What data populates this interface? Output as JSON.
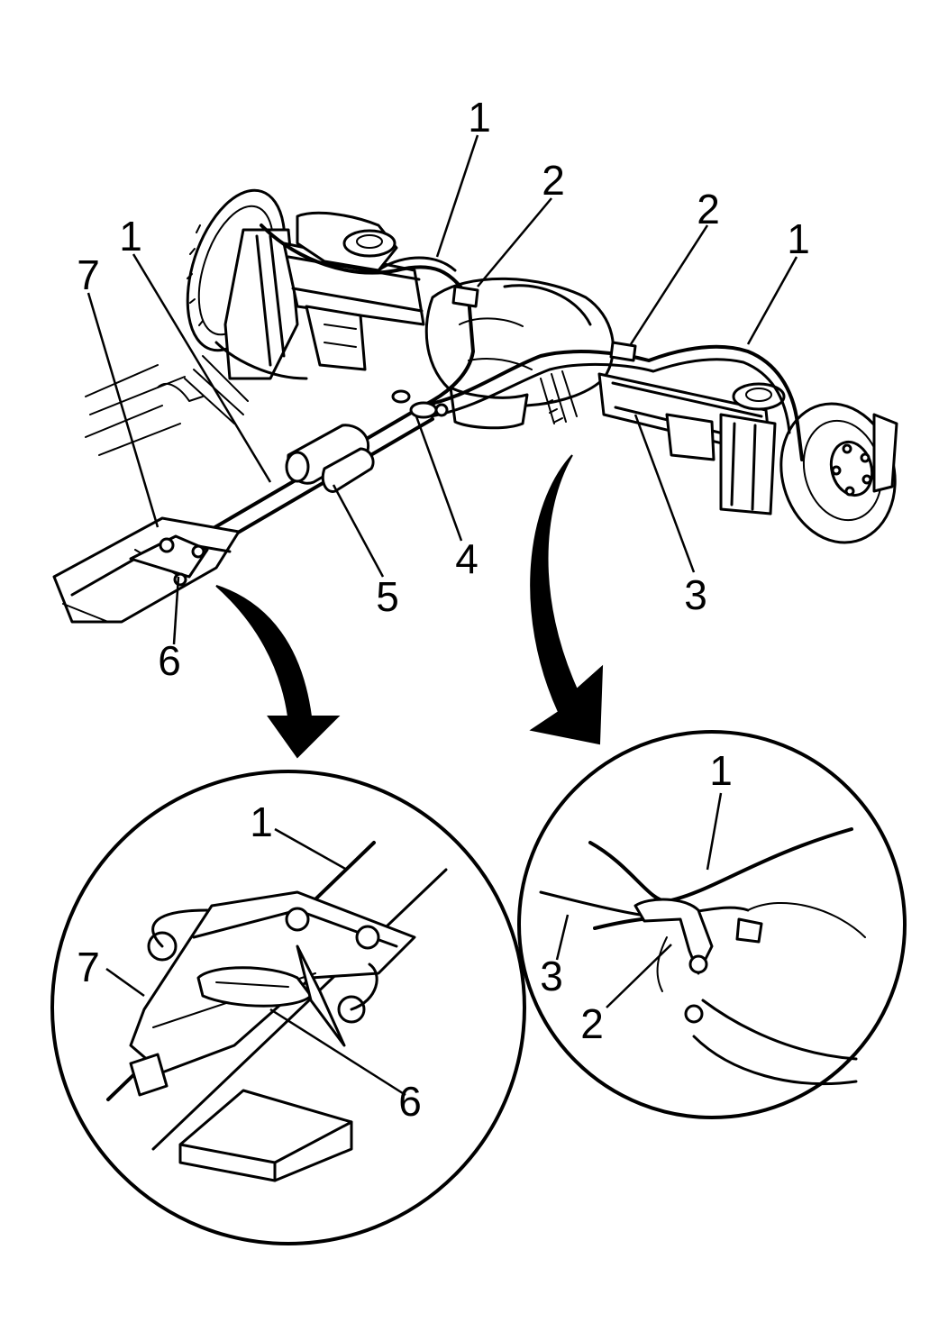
{
  "main_view": {
    "callouts": [
      {
        "id": "main-1-center",
        "text": "1"
      },
      {
        "id": "main-2-center",
        "text": "2"
      },
      {
        "id": "main-2-right",
        "text": "2"
      },
      {
        "id": "main-1-right",
        "text": "1"
      },
      {
        "id": "main-1-left",
        "text": "1"
      },
      {
        "id": "main-7",
        "text": "7"
      },
      {
        "id": "main-6",
        "text": "6"
      },
      {
        "id": "main-5",
        "text": "5"
      },
      {
        "id": "main-4",
        "text": "4"
      },
      {
        "id": "main-3",
        "text": "3"
      }
    ]
  },
  "detail_left": {
    "callouts": [
      {
        "id": "dl-1",
        "text": "1"
      },
      {
        "id": "dl-7",
        "text": "7"
      },
      {
        "id": "dl-6",
        "text": "6"
      }
    ]
  },
  "detail_right": {
    "callouts": [
      {
        "id": "dr-1",
        "text": "1"
      },
      {
        "id": "dr-3",
        "text": "3"
      },
      {
        "id": "dr-2",
        "text": "2"
      }
    ]
  },
  "colors": {
    "line": "#000000",
    "background": "#ffffff"
  }
}
